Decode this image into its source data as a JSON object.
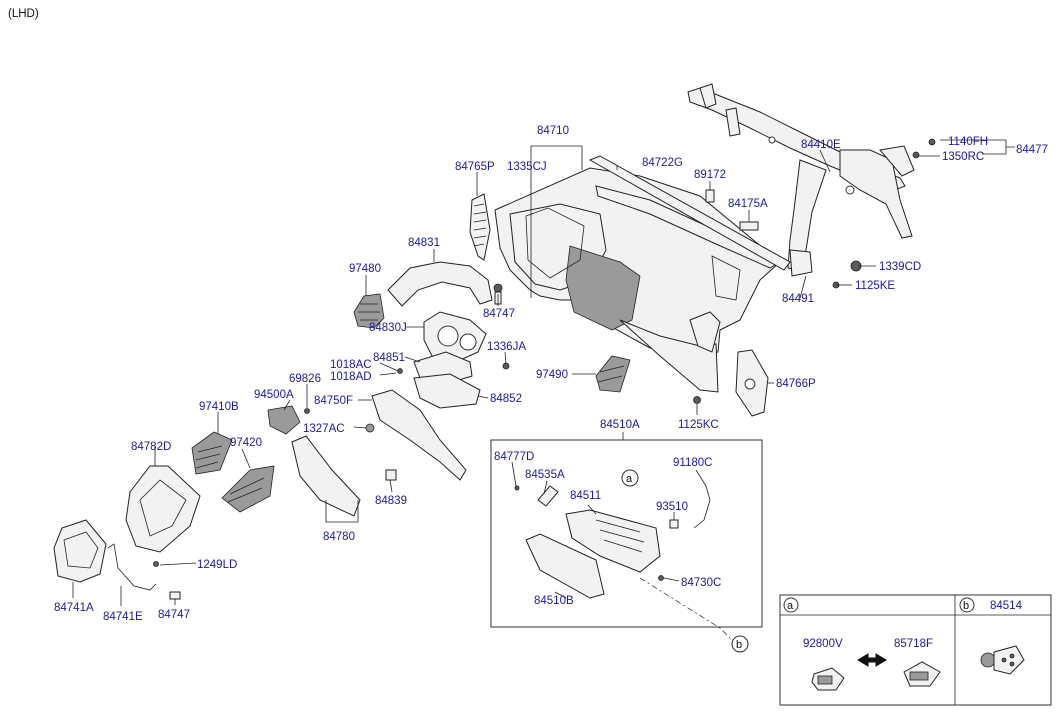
{
  "header": {
    "variant": "(LHD)"
  },
  "parts": {
    "p84710": "84710",
    "p1335CJ": "1335CJ",
    "p84722G": "84722G",
    "p89172": "89172",
    "p84175A": "84175A",
    "p84410E": "84410E",
    "p1140FH": "1140FH",
    "p1350RC": "1350RC",
    "p84477": "84477",
    "p84765P": "84765P",
    "p84831": "84831",
    "p97480": "97480",
    "p84747a": "84747",
    "p84830J": "84830J",
    "p1336JA": "1336JA",
    "p1339CD": "1339CD",
    "p1125KE": "1125KE",
    "p84491": "84491",
    "p1018AC": "1018AC",
    "p1018AD": "1018AD",
    "p84851": "84851",
    "p97490": "97490",
    "p84766P": "84766P",
    "p69826": "69826",
    "p94500A": "94500A",
    "p84750F": "84750F",
    "p84852": "84852",
    "p1125KC": "1125KC",
    "p97410B": "97410B",
    "p1327AC": "1327AC",
    "p84510A": "84510A",
    "p97420": "97420",
    "p84782D": "84782D",
    "p84777D": "84777D",
    "p84535A": "84535A",
    "p91180C": "91180C",
    "p84511": "84511",
    "p93510": "93510",
    "p84839": "84839",
    "p84780": "84780",
    "p1249LD": "1249LD",
    "p84730C": "84730C",
    "p84510B": "84510B",
    "p84741A": "84741A",
    "p84741E": "84741E",
    "p84747b": "84747"
  },
  "callouts": {
    "a": "a",
    "b": "b"
  },
  "legend": {
    "a_letter": "a",
    "b_letter": "b",
    "p92800V": "92800V",
    "p85718F": "85718F",
    "p84514": "84514"
  }
}
